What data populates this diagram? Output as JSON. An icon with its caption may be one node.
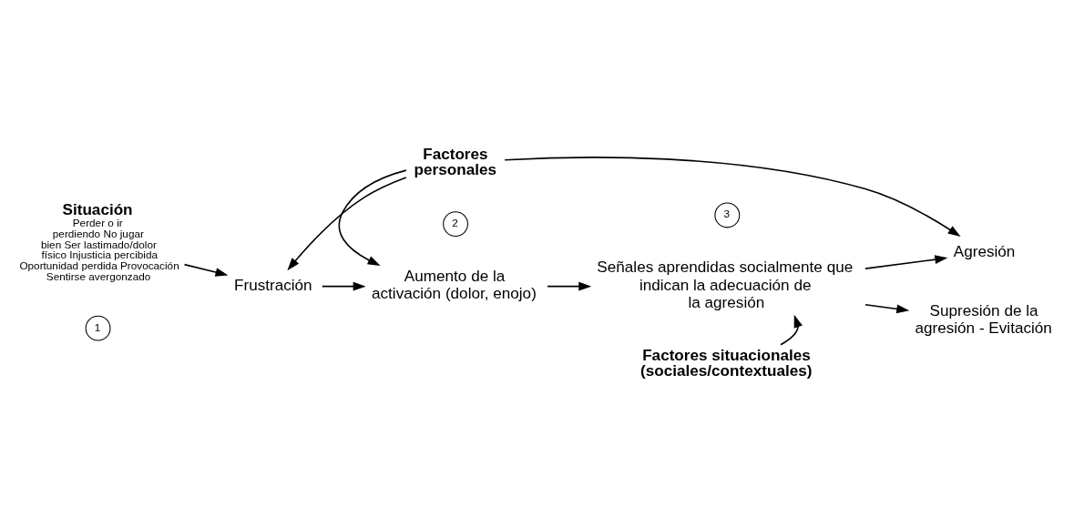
{
  "diagram": {
    "nodes": [
      {
        "text": [
          "Situación",
          "Perder o ir perdiendo No jugar bien Ser lastimado/dolor físico Injusticia percibida Oportunidad perdida Provocación Sentirse avergonzado"
        ]
      },
      {
        "text": [
          "Factores personales"
        ]
      },
      {
        "text": [
          "Frustración"
        ]
      },
      {
        "text": [
          "Aumento de la activación (dolor, enojo)"
        ]
      },
      {
        "text": [
          "Señales aprendidas socialmente que indican la adecuación de la agresión"
        ]
      },
      {
        "text": [
          "Agresión"
        ]
      },
      {
        "text": [
          "Supresión de la agresión - Evitación"
        ]
      },
      {
        "text": [
          "Factores situacionales (sociales/contextuales)"
        ]
      },
      {
        "text": [
          "1"
        ]
      },
      {
        "text": [
          "2"
        ]
      },
      {
        "text": [
          "3"
        ]
      }
    ],
    "edges": [
      {
        "from": 0,
        "to": 2,
        "arrow": "to"
      },
      {
        "from": 1,
        "to": 2,
        "arrow": "to"
      },
      {
        "from": 1,
        "to": 3,
        "arrow": "to"
      },
      {
        "from": 1,
        "to": 5,
        "arrow": "to"
      },
      {
        "from": 2,
        "to": 3,
        "arrow": "to"
      },
      {
        "from": 3,
        "to": 4,
        "arrow": "to"
      },
      {
        "from": 4,
        "to": 5,
        "arrow": "to"
      },
      {
        "from": 4,
        "to": 6,
        "arrow": "to"
      },
      {
        "from": 7,
        "to": 4,
        "arrow": "to"
      }
    ]
  }
}
